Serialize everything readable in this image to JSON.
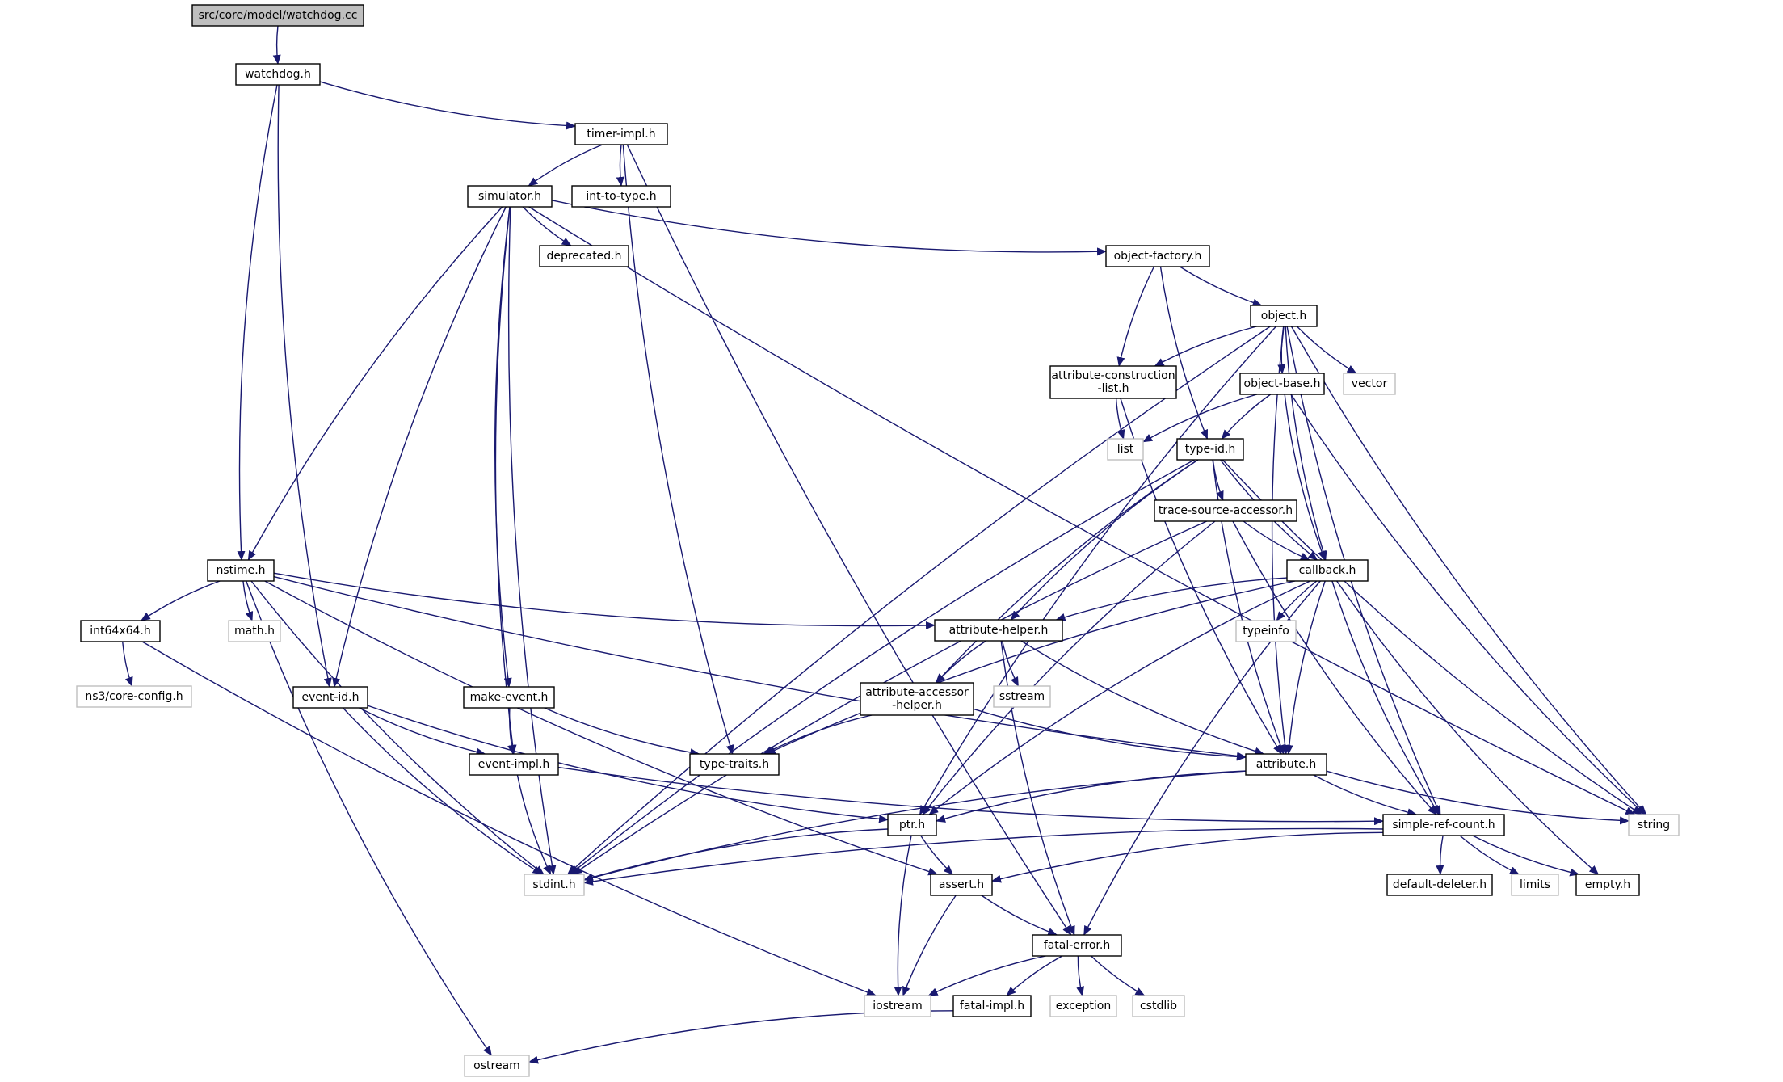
{
  "colors": {
    "edge": "#191970",
    "node_border": "#000000",
    "external_border": "#bfbfbf",
    "root_fill": "#bfbfbf",
    "node_fill": "#ffffff",
    "text": "#000000",
    "external_text": "#000000"
  },
  "nodes": [
    {
      "id": "root",
      "label": "src/core/model/watchdog.cc",
      "kind": "root"
    },
    {
      "id": "watchdog",
      "label": "watchdog.h",
      "kind": "file"
    },
    {
      "id": "timerimpl",
      "label": "timer-impl.h",
      "kind": "file"
    },
    {
      "id": "simulator",
      "label": "simulator.h",
      "kind": "file"
    },
    {
      "id": "inttotype",
      "label": "int-to-type.h",
      "kind": "file"
    },
    {
      "id": "deprecated",
      "label": "deprecated.h",
      "kind": "file"
    },
    {
      "id": "objectfactory",
      "label": "object-factory.h",
      "kind": "file"
    },
    {
      "id": "object",
      "label": "object.h",
      "kind": "file"
    },
    {
      "id": "attrconstr",
      "label": "attribute-construction\n-list.h",
      "kind": "file"
    },
    {
      "id": "objectbase",
      "label": "object-base.h",
      "kind": "file"
    },
    {
      "id": "vector",
      "label": "vector",
      "kind": "external"
    },
    {
      "id": "list",
      "label": "list",
      "kind": "external"
    },
    {
      "id": "typeid",
      "label": "type-id.h",
      "kind": "file"
    },
    {
      "id": "tracesrc",
      "label": "trace-source-accessor.h",
      "kind": "file"
    },
    {
      "id": "nstime",
      "label": "nstime.h",
      "kind": "file"
    },
    {
      "id": "callback",
      "label": "callback.h",
      "kind": "file"
    },
    {
      "id": "int64x64",
      "label": "int64x64.h",
      "kind": "file"
    },
    {
      "id": "math",
      "label": "math.h",
      "kind": "external"
    },
    {
      "id": "attrhelper",
      "label": "attribute-helper.h",
      "kind": "file"
    },
    {
      "id": "typeinfo",
      "label": "typeinfo",
      "kind": "external"
    },
    {
      "id": "coreconfig",
      "label": "ns3/core-config.h",
      "kind": "external"
    },
    {
      "id": "eventid",
      "label": "event-id.h",
      "kind": "file"
    },
    {
      "id": "makeevent",
      "label": "make-event.h",
      "kind": "file"
    },
    {
      "id": "sstream",
      "label": "sstream",
      "kind": "external"
    },
    {
      "id": "attraccessor",
      "label": "attribute-accessor\n-helper.h",
      "kind": "file"
    },
    {
      "id": "eventimpl",
      "label": "event-impl.h",
      "kind": "file"
    },
    {
      "id": "typetraits",
      "label": "type-traits.h",
      "kind": "file"
    },
    {
      "id": "attribute",
      "label": "attribute.h",
      "kind": "file"
    },
    {
      "id": "ptr",
      "label": "ptr.h",
      "kind": "file"
    },
    {
      "id": "simplerefcount",
      "label": "simple-ref-count.h",
      "kind": "file"
    },
    {
      "id": "string",
      "label": "string",
      "kind": "external"
    },
    {
      "id": "stdint",
      "label": "stdint.h",
      "kind": "external"
    },
    {
      "id": "assert",
      "label": "assert.h",
      "kind": "file"
    },
    {
      "id": "defaultdeleter",
      "label": "default-deleter.h",
      "kind": "file"
    },
    {
      "id": "limits",
      "label": "limits",
      "kind": "external"
    },
    {
      "id": "empty",
      "label": "empty.h",
      "kind": "file"
    },
    {
      "id": "fatalerror",
      "label": "fatal-error.h",
      "kind": "file"
    },
    {
      "id": "iostream",
      "label": "iostream",
      "kind": "external"
    },
    {
      "id": "fatalimpl",
      "label": "fatal-impl.h",
      "kind": "file"
    },
    {
      "id": "exception",
      "label": "exception",
      "kind": "external"
    },
    {
      "id": "cstdlib",
      "label": "cstdlib",
      "kind": "external"
    },
    {
      "id": "ostream",
      "label": "ostream",
      "kind": "external"
    }
  ],
  "edges": [
    [
      "root",
      "watchdog"
    ],
    [
      "watchdog",
      "timerimpl"
    ],
    [
      "watchdog",
      "nstime"
    ],
    [
      "watchdog",
      "eventid"
    ],
    [
      "timerimpl",
      "simulator"
    ],
    [
      "timerimpl",
      "inttotype"
    ],
    [
      "timerimpl",
      "typetraits"
    ],
    [
      "timerimpl",
      "fatalerror"
    ],
    [
      "simulator",
      "deprecated"
    ],
    [
      "simulator",
      "objectfactory"
    ],
    [
      "simulator",
      "string"
    ],
    [
      "simulator",
      "nstime"
    ],
    [
      "simulator",
      "eventid"
    ],
    [
      "simulator",
      "makeevent"
    ],
    [
      "simulator",
      "eventimpl"
    ],
    [
      "simulator",
      "stdint"
    ],
    [
      "objectfactory",
      "object"
    ],
    [
      "objectfactory",
      "attrconstr"
    ],
    [
      "objectfactory",
      "typeid"
    ],
    [
      "object",
      "attrconstr"
    ],
    [
      "object",
      "objectbase"
    ],
    [
      "object",
      "vector"
    ],
    [
      "object",
      "string"
    ],
    [
      "object",
      "ptr"
    ],
    [
      "object",
      "stdint"
    ],
    [
      "object",
      "attribute"
    ],
    [
      "object",
      "simplerefcount"
    ],
    [
      "object",
      "callback"
    ],
    [
      "attrconstr",
      "list"
    ],
    [
      "attrconstr",
      "attribute"
    ],
    [
      "objectbase",
      "list"
    ],
    [
      "objectbase",
      "typeid"
    ],
    [
      "objectbase",
      "callback"
    ],
    [
      "objectbase",
      "string"
    ],
    [
      "typeid",
      "tracesrc"
    ],
    [
      "typeid",
      "callback"
    ],
    [
      "typeid",
      "attrhelper"
    ],
    [
      "typeid",
      "attraccessor"
    ],
    [
      "typeid",
      "attribute"
    ],
    [
      "typeid",
      "string"
    ],
    [
      "typeid",
      "stdint"
    ],
    [
      "tracesrc",
      "callback"
    ],
    [
      "tracesrc",
      "ptr"
    ],
    [
      "tracesrc",
      "simplerefcount"
    ],
    [
      "tracesrc",
      "stdint"
    ],
    [
      "nstime",
      "int64x64"
    ],
    [
      "nstime",
      "math"
    ],
    [
      "nstime",
      "attrhelper"
    ],
    [
      "nstime",
      "attribute"
    ],
    [
      "nstime",
      "stdint"
    ],
    [
      "nstime",
      "assert"
    ],
    [
      "nstime",
      "ostream"
    ],
    [
      "callback",
      "typeinfo"
    ],
    [
      "callback",
      "attrhelper"
    ],
    [
      "callback",
      "attribute"
    ],
    [
      "callback",
      "simplerefcount"
    ],
    [
      "callback",
      "empty"
    ],
    [
      "callback",
      "ptr"
    ],
    [
      "callback",
      "fatalerror"
    ],
    [
      "callback",
      "typetraits"
    ],
    [
      "int64x64",
      "coreconfig"
    ],
    [
      "int64x64",
      "iostream"
    ],
    [
      "attrhelper",
      "sstream"
    ],
    [
      "attrhelper",
      "attraccessor"
    ],
    [
      "attrhelper",
      "attribute"
    ],
    [
      "attrhelper",
      "fatalerror"
    ],
    [
      "eventid",
      "eventimpl"
    ],
    [
      "eventid",
      "ptr"
    ],
    [
      "eventid",
      "stdint"
    ],
    [
      "makeevent",
      "eventimpl"
    ],
    [
      "makeevent",
      "typetraits"
    ],
    [
      "attraccessor",
      "attribute"
    ],
    [
      "attraccessor",
      "typetraits"
    ],
    [
      "eventimpl",
      "simplerefcount"
    ],
    [
      "eventimpl",
      "stdint"
    ],
    [
      "attribute",
      "ptr"
    ],
    [
      "attribute",
      "simplerefcount"
    ],
    [
      "attribute",
      "string"
    ],
    [
      "attribute",
      "stdint"
    ],
    [
      "ptr",
      "assert"
    ],
    [
      "ptr",
      "iostream"
    ],
    [
      "ptr",
      "stdint"
    ],
    [
      "simplerefcount",
      "assert"
    ],
    [
      "simplerefcount",
      "defaultdeleter"
    ],
    [
      "simplerefcount",
      "limits"
    ],
    [
      "simplerefcount",
      "empty"
    ],
    [
      "simplerefcount",
      "stdint"
    ],
    [
      "assert",
      "fatalerror"
    ],
    [
      "assert",
      "iostream"
    ],
    [
      "fatalerror",
      "fatalimpl"
    ],
    [
      "fatalerror",
      "iostream"
    ],
    [
      "fatalerror",
      "exception"
    ],
    [
      "fatalerror",
      "cstdlib"
    ],
    [
      "fatalimpl",
      "ostream"
    ]
  ]
}
